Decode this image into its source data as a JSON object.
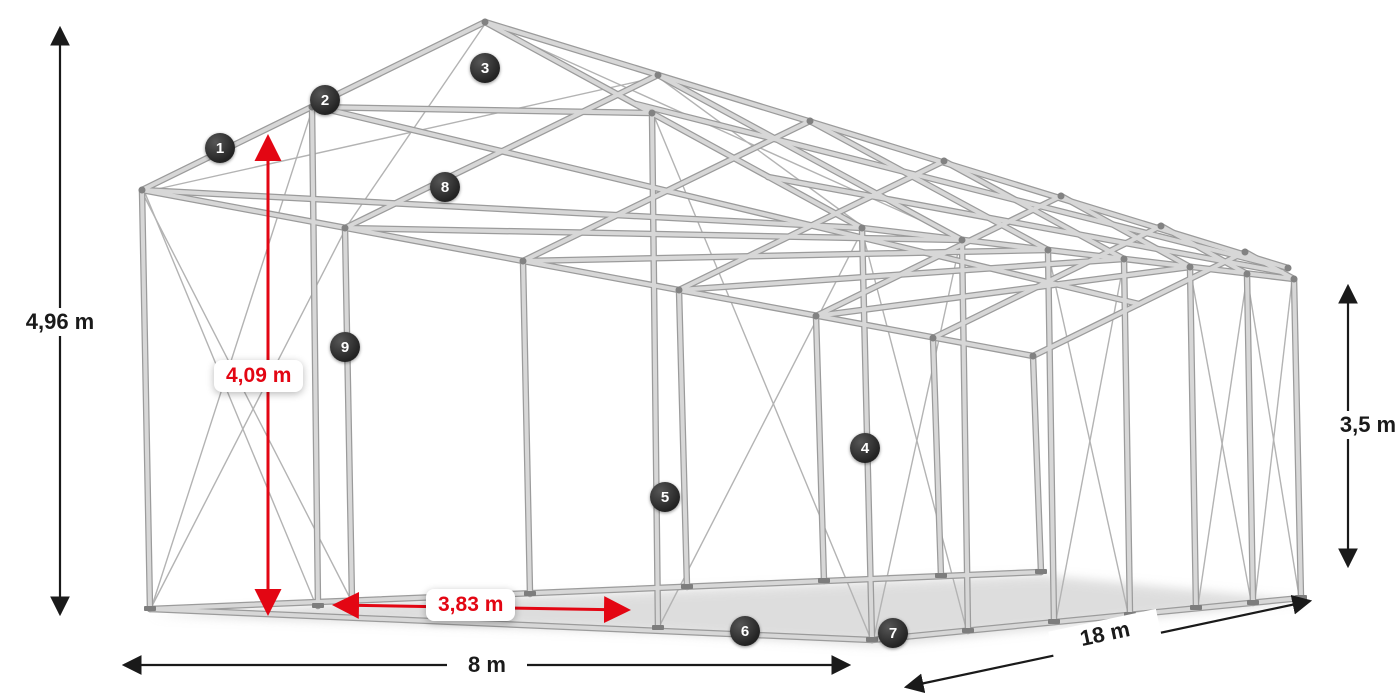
{
  "badges": [
    {
      "label": "1"
    },
    {
      "label": "2"
    },
    {
      "label": "3"
    },
    {
      "label": "4"
    },
    {
      "label": "5"
    },
    {
      "label": "6"
    },
    {
      "label": "7"
    },
    {
      "label": "8"
    },
    {
      "label": "9"
    }
  ],
  "dimensions": {
    "total_height": "4,96 m",
    "inner_height": "4,09 m",
    "entrance_width": "3,83 m",
    "side_height": "3,5 m",
    "width": "8 m",
    "length": "18 m"
  },
  "colors": {
    "dimension_red": "#e30613",
    "dimension_black": "#1a1a1a",
    "frame_light": "#d7d7d7",
    "frame_dark": "#9b9b9b",
    "badge_background": "#2f2f2f"
  }
}
